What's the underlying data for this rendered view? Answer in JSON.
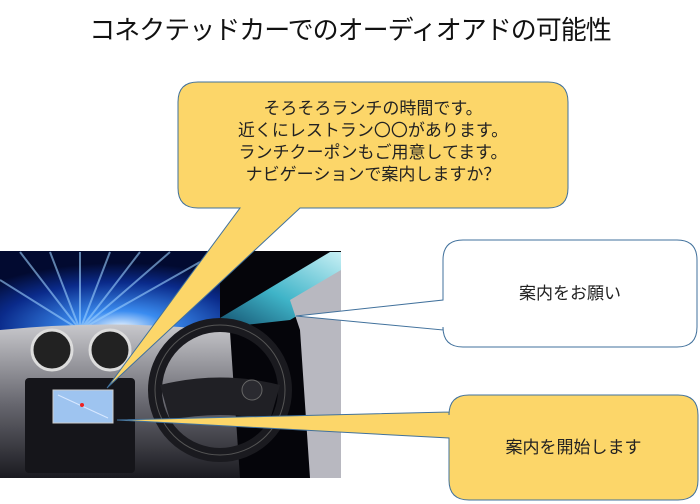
{
  "title": "コネクテッドカーでのオーディオアドの可能性",
  "callouts": {
    "ad_message": [
      "そろそろランチの時間です。",
      "近くにレストラン〇〇があります。",
      "ランチクーポンもご用意してます。",
      "ナビゲーションで案内しますか？"
    ],
    "user_reply": "案内をお願い",
    "system_reply": "案内を開始します"
  },
  "colors": {
    "callout_yellow": "#FCD669",
    "callout_border": "#41719C",
    "rays_blue": "#1E6FE0"
  }
}
